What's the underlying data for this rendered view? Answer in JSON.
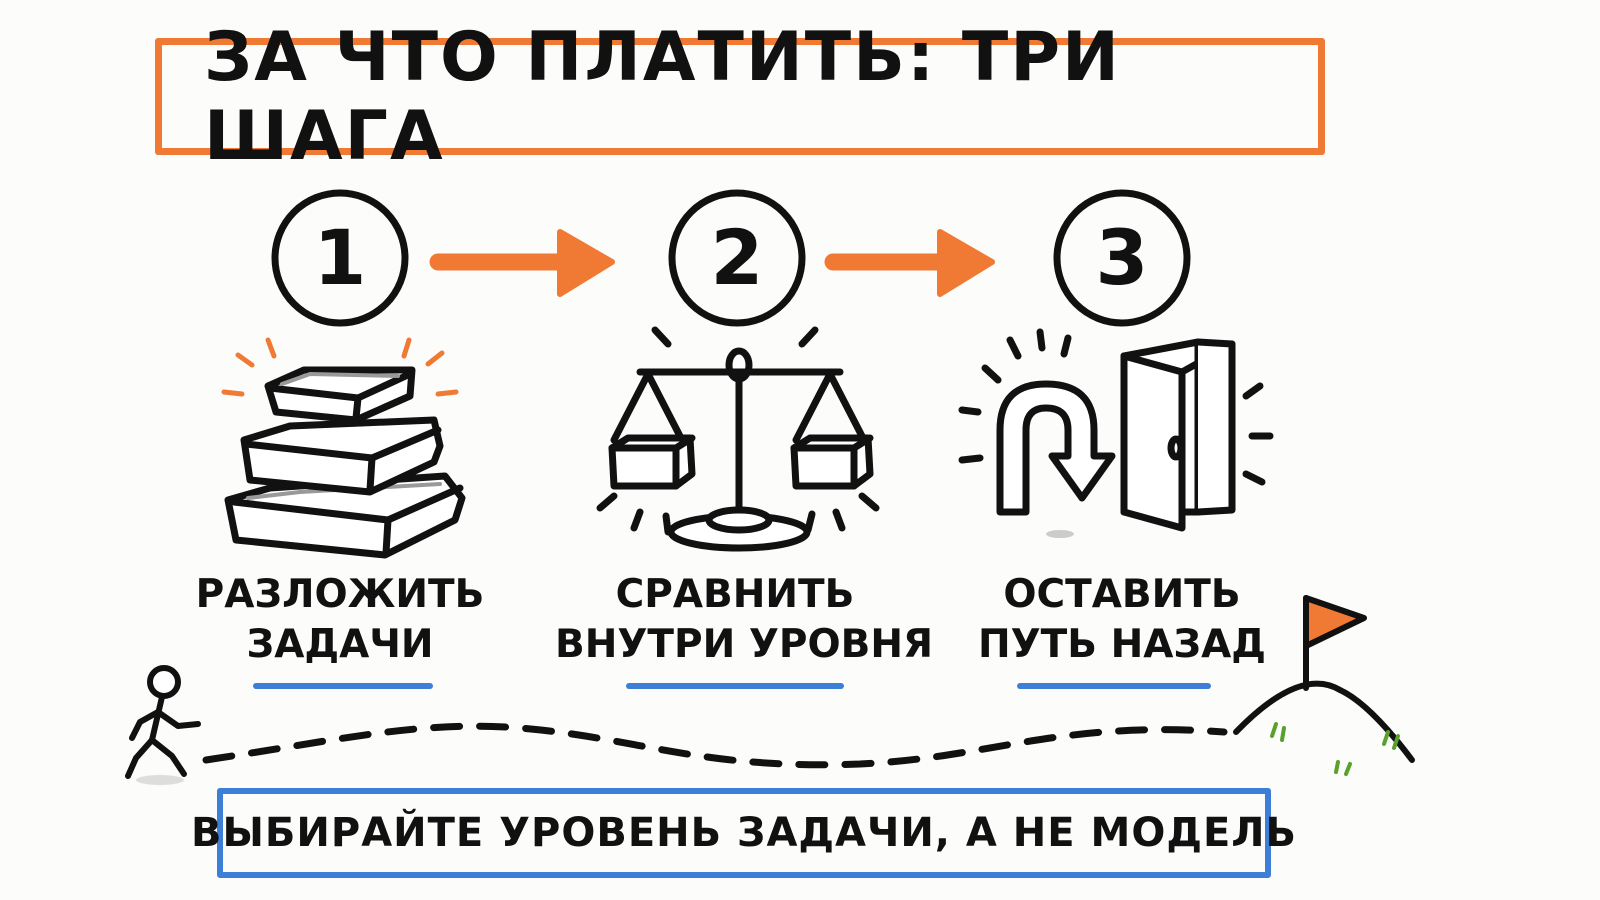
{
  "title": "ЗА ЧТО ПЛАТИТЬ: ТРИ ШАГА",
  "steps": [
    {
      "number": "1",
      "line1": "РАЗЛОЖИТЬ",
      "line2": "ЗАДАЧИ",
      "icon": "stacked-boxes-icon"
    },
    {
      "number": "2",
      "line1": "СРАВНИТЬ",
      "line2": "ВНУТРИ УРОВНЯ",
      "icon": "balance-scale-icon"
    },
    {
      "number": "3",
      "line1": "ОСТАВИТЬ",
      "line2": "ПУТЬ НАЗАД",
      "icon": "u-turn-door-icon"
    }
  ],
  "footer": "ВЫБИРАЙТЕ УРОВЕНЬ ЗАДАЧИ, А НЕ МОДЕЛЬ",
  "colors": {
    "accent": "#f07a33",
    "blue": "#3d7fd6",
    "ink": "#111111",
    "grass": "#5aa02c"
  },
  "decor": {
    "walker": "walking-person-icon",
    "goal": "flag-hill-icon"
  }
}
